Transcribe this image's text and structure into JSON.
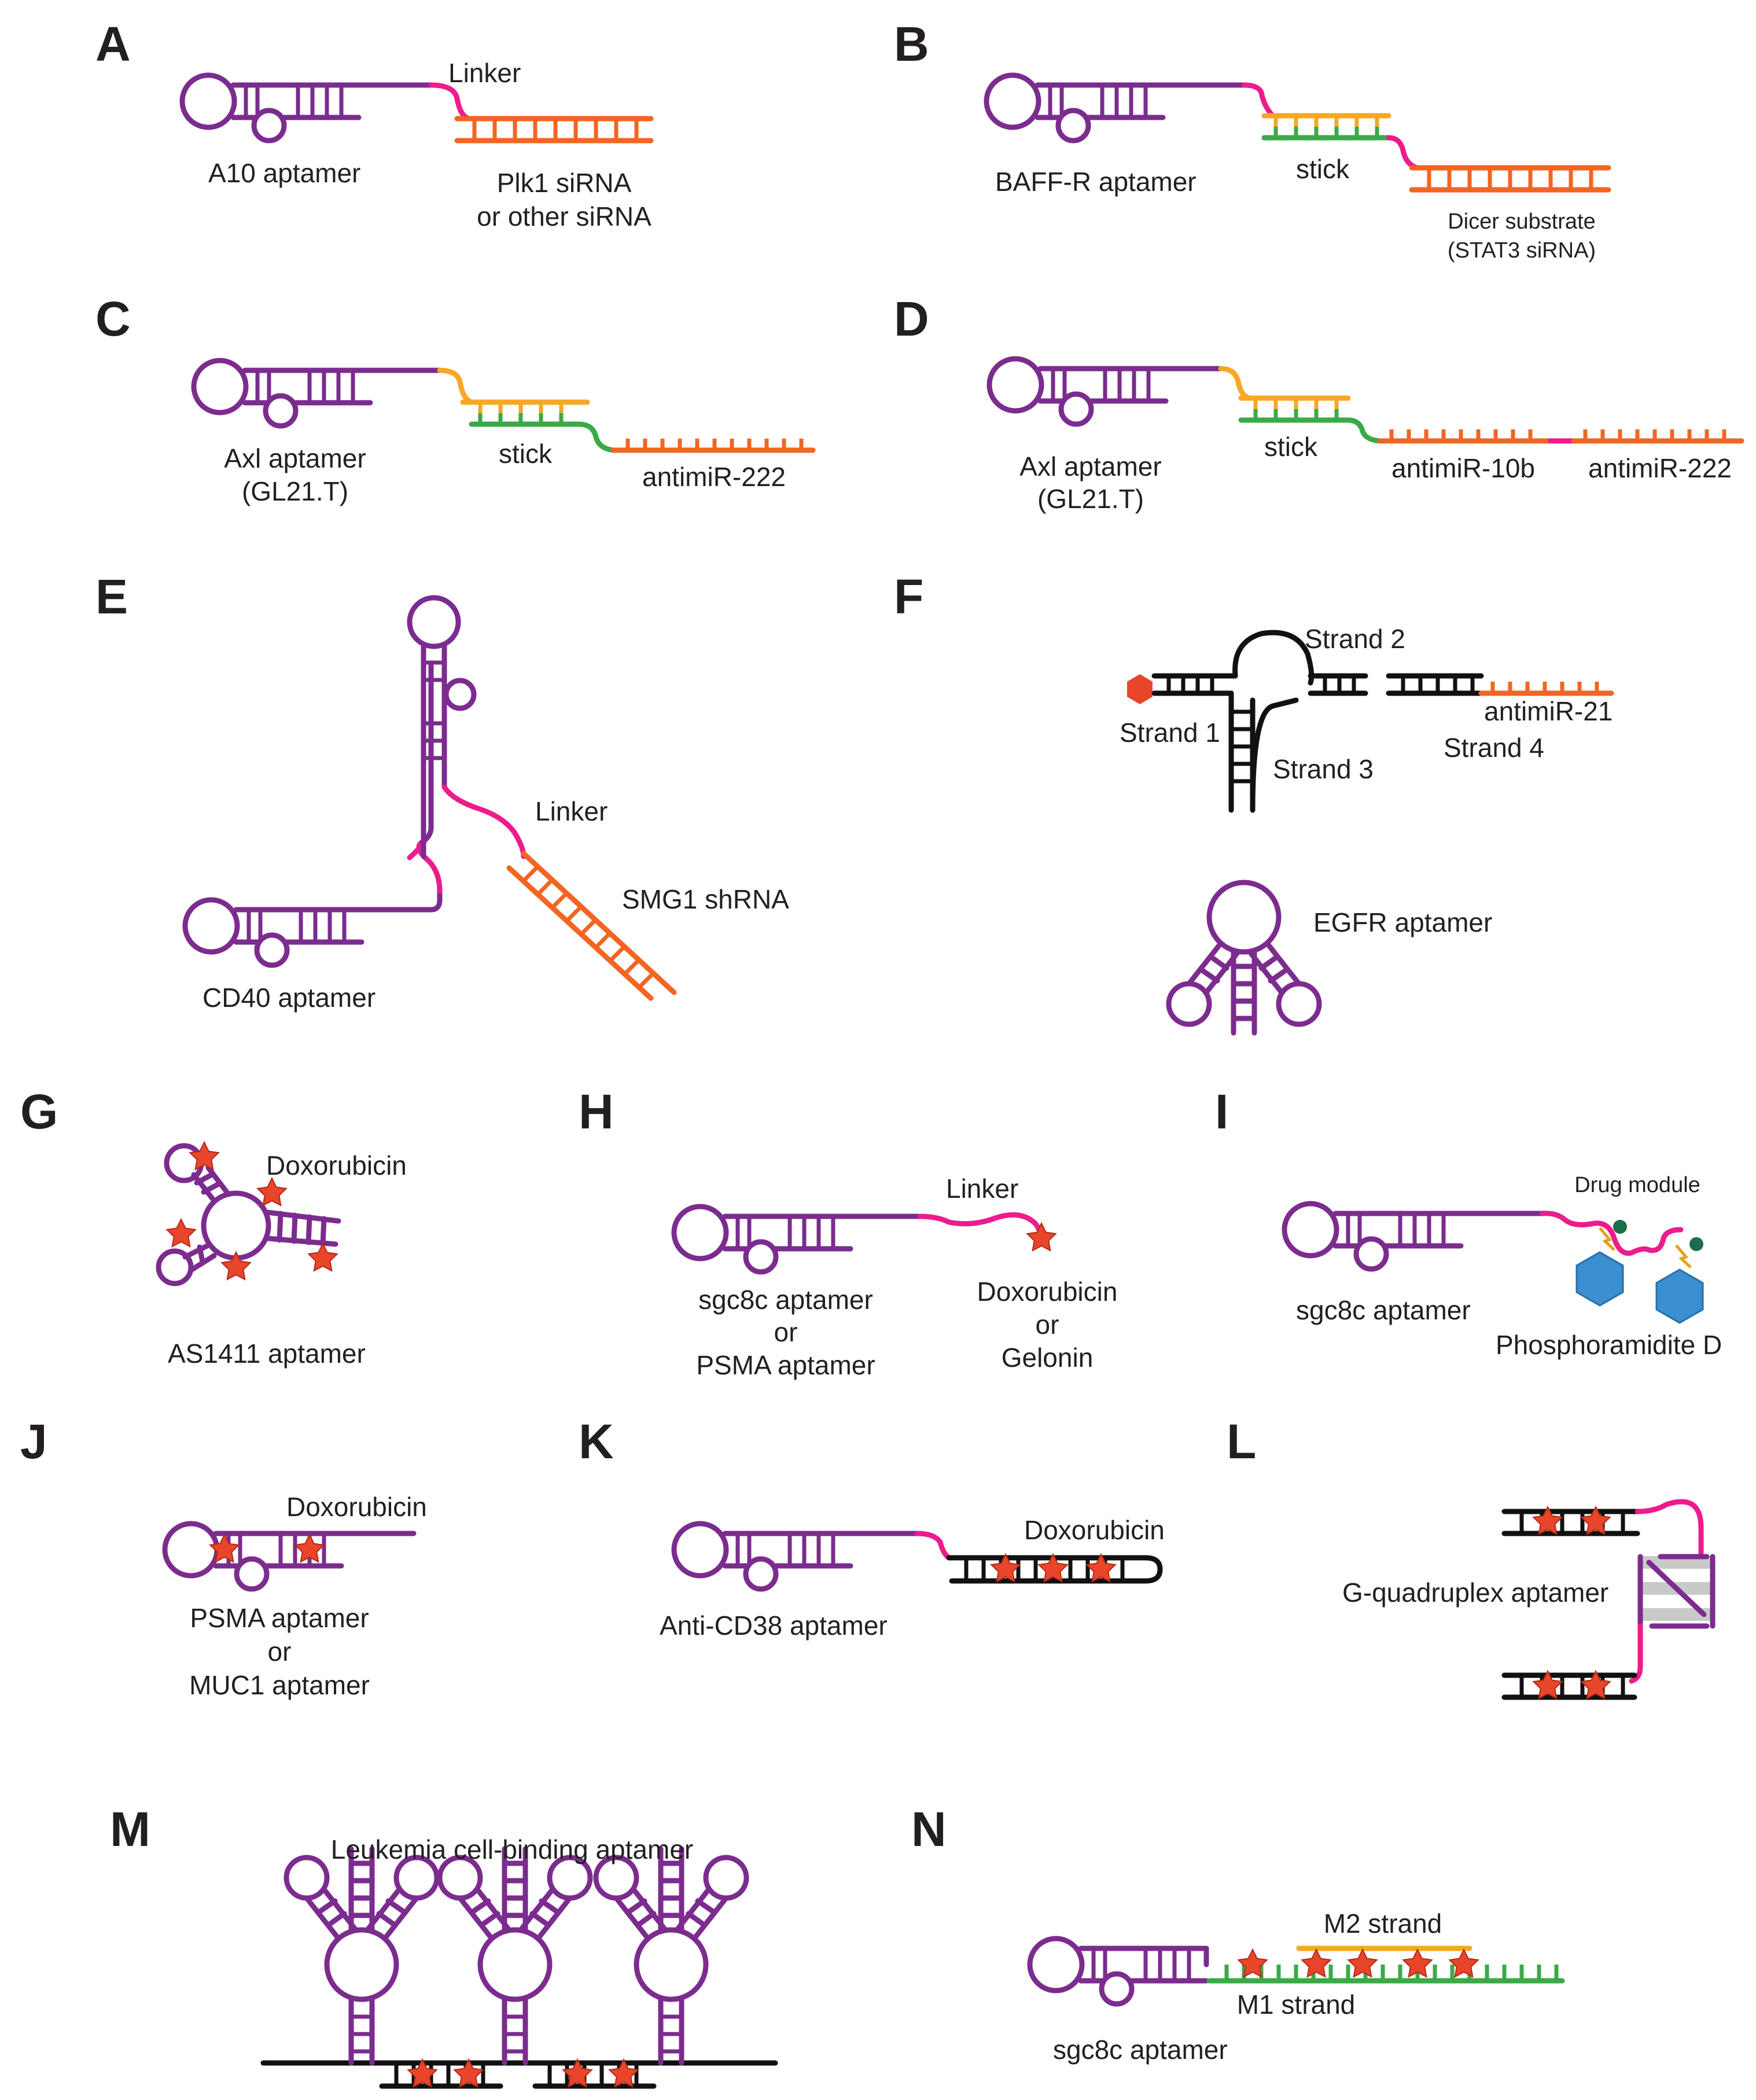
{
  "panels": [
    "A",
    "B",
    "C",
    "D",
    "E",
    "F",
    "G",
    "H",
    "I",
    "J",
    "K",
    "L",
    "M",
    "N"
  ],
  "A": {
    "linker": "Linker",
    "aptamer": "A10 aptamer",
    "sirna_line1": "Plk1 siRNA",
    "sirna_line2": "or other siRNA"
  },
  "B": {
    "aptamer": "BAFF-R aptamer",
    "stick": "stick",
    "dicer_line1": "Dicer substrate",
    "dicer_line2": "(STAT3 siRNA)"
  },
  "C": {
    "aptamer_line1": "Axl aptamer",
    "aptamer_line2": "(GL21.T)",
    "stick": "stick",
    "antimir": "antimiR-222"
  },
  "D": {
    "aptamer_line1": "Axl aptamer",
    "aptamer_line2": "(GL21.T)",
    "stick": "stick",
    "antimir1": "antimiR-10b",
    "antimir2": "antimiR-222"
  },
  "E": {
    "linker": "Linker",
    "shrna": "SMG1 shRNA",
    "aptamer": "CD40 aptamer"
  },
  "F": {
    "strand1": "Strand 1",
    "strand2": "Strand 2",
    "strand3": "Strand 3",
    "strand4": "Strand 4",
    "antimir": "antimiR-21",
    "aptamer": "EGFR aptamer"
  },
  "G": {
    "drug": "Doxorubicin",
    "aptamer": "AS1411 aptamer"
  },
  "H": {
    "linker": "Linker",
    "apt_line1": "sgc8c aptamer",
    "apt_or": "or",
    "apt_line2": "PSMA aptamer",
    "drug_line1": "Doxorubicin",
    "drug_or": "or",
    "drug_line2": "Gelonin"
  },
  "I": {
    "module": "Drug module",
    "aptamer": "sgc8c aptamer",
    "phos": "Phosphoramidite D"
  },
  "J": {
    "drug": "Doxorubicin",
    "apt_line1": "PSMA aptamer",
    "apt_or": "or",
    "apt_line2": "MUC1 aptamer"
  },
  "K": {
    "drug": "Doxorubicin",
    "aptamer": "Anti-CD38 aptamer"
  },
  "L": {
    "aptamer": "G-quadruplex aptamer"
  },
  "M": {
    "aptamer": "Leukemia cell-binding aptamer"
  },
  "N": {
    "m2": "M2 strand",
    "m1": "M1 strand",
    "aptamer": "sgc8c aptamer"
  },
  "colors": {
    "aptamer": "#7b2c8e",
    "linker": "#ec1c8c",
    "sirna": "#f26522",
    "stick_top": "#f7a823",
    "stick_bottom": "#3aaa47",
    "scaffold": "#111111",
    "drug": "#e8452b",
    "phosphoramidite": "#3b8fd0"
  }
}
